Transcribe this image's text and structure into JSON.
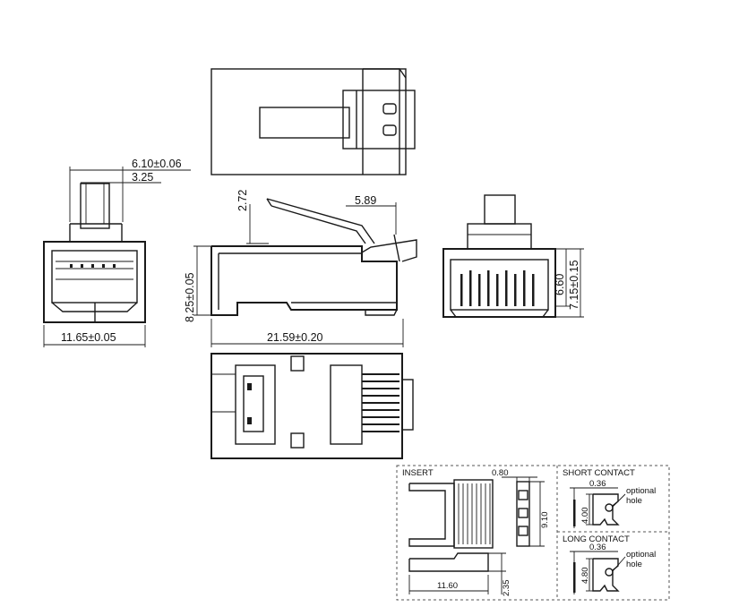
{
  "dimensions": {
    "top_width_outer": "6.10±0.06",
    "top_width_inner": "3.25",
    "front_width": "11.65±0.05",
    "latch_height": "2.72",
    "latch_length": "5.89",
    "side_height": "8.25±0.05",
    "side_length": "21.59±0.20",
    "end_height_inner": "6.60",
    "end_height_outer": "7.15±0.15"
  },
  "insert": {
    "title": "INSERT",
    "dim_thickness": "0.80",
    "dim_height": "9.10",
    "dim_length": "11.60",
    "dim_depth": "2.35"
  },
  "short_contact": {
    "title": "SHORT CONTACT",
    "dim_width": "0.36",
    "dim_height": "4.00",
    "note_line1": "optional",
    "note_line2": "hole"
  },
  "long_contact": {
    "title": "LONG CONTACT",
    "dim_width": "0.36",
    "dim_height": "4.80",
    "note_line1": "optional",
    "note_line2": "hole"
  }
}
